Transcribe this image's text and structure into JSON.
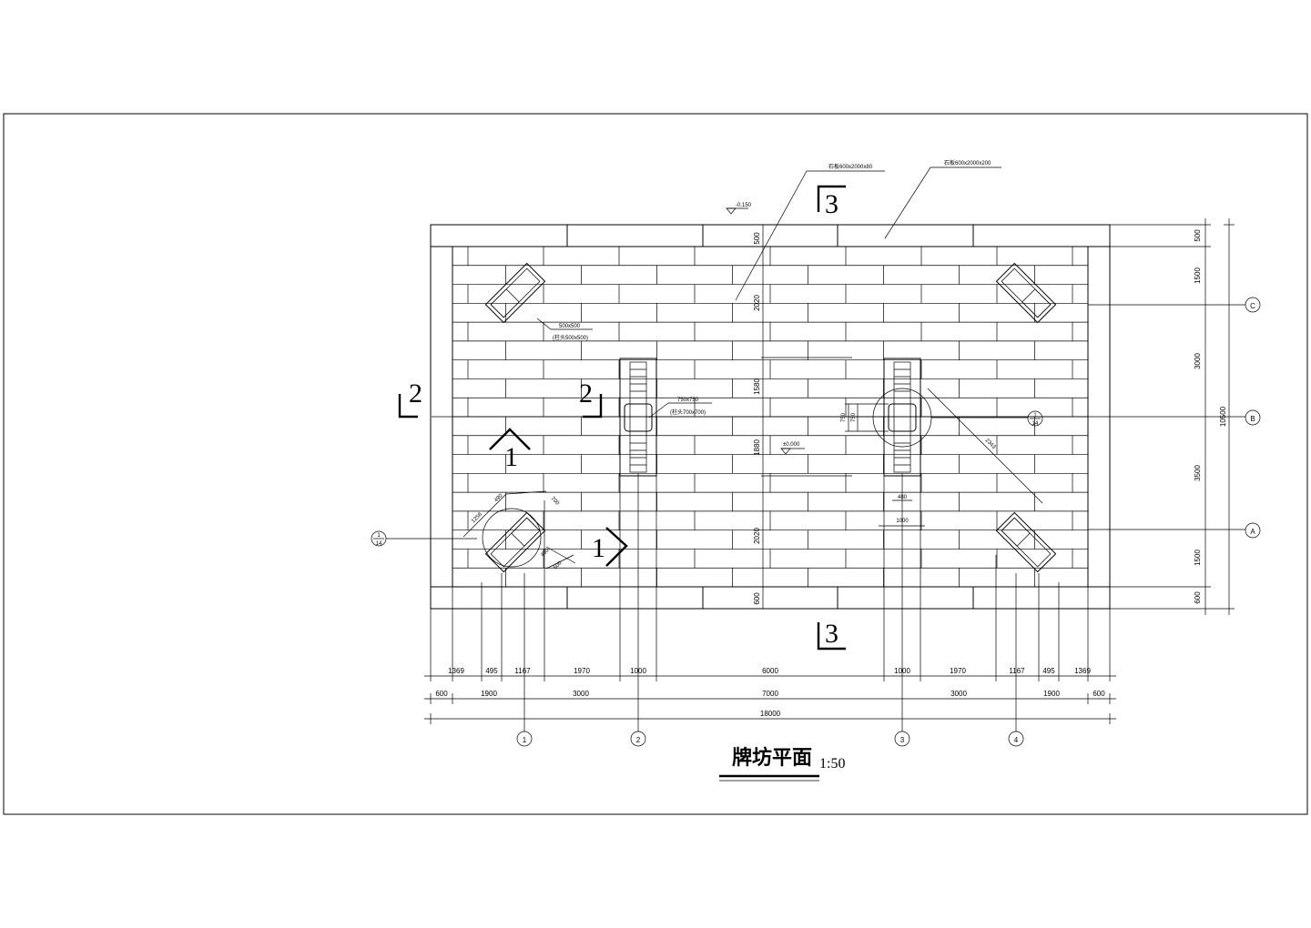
{
  "drawing": {
    "title": "牌坊平面",
    "scale": "1:50"
  },
  "sections": {
    "s1": "1",
    "s2": "2",
    "s3": "3"
  },
  "axes": {
    "columns": [
      "1",
      "2",
      "3",
      "4"
    ],
    "rows": [
      "A",
      "B",
      "C"
    ]
  },
  "elevations": {
    "top": "-0.150",
    "center": "±0.000"
  },
  "notes": {
    "paving_border": "石板600x2000x80",
    "paving_main": "石板600x2000x200",
    "pillar_center": "750x750",
    "pillar_center_sub": "(柱头700x700)",
    "pillar_corner": "500x500",
    "pillar_corner_sub": "(柱头500x500)"
  },
  "detail_ref": {
    "num": "1",
    "sheet": "14"
  },
  "dims_bottom_row1": [
    "1369",
    "495",
    "1167",
    "1970",
    "1000",
    "6000",
    "1000",
    "1970",
    "1167",
    "495",
    "1369"
  ],
  "dims_bottom_row2": [
    "600",
    "1900",
    "3000",
    "7000",
    "3000",
    "1900",
    "600"
  ],
  "dims_bottom_total": "18000",
  "dims_right_row1": [
    "500",
    "1500",
    "3000",
    "3500",
    "1500",
    "600"
  ],
  "dims_right_total": "10500",
  "dims_center": [
    "500",
    "2020",
    "1580",
    "1880",
    "2020",
    "600"
  ],
  "dims_misc": {
    "d700": "700",
    "d1258": "1258",
    "d490": "490",
    "d500": "500",
    "d480": "480",
    "d1000": "1000",
    "d750": "750",
    "d2343": "2343"
  }
}
